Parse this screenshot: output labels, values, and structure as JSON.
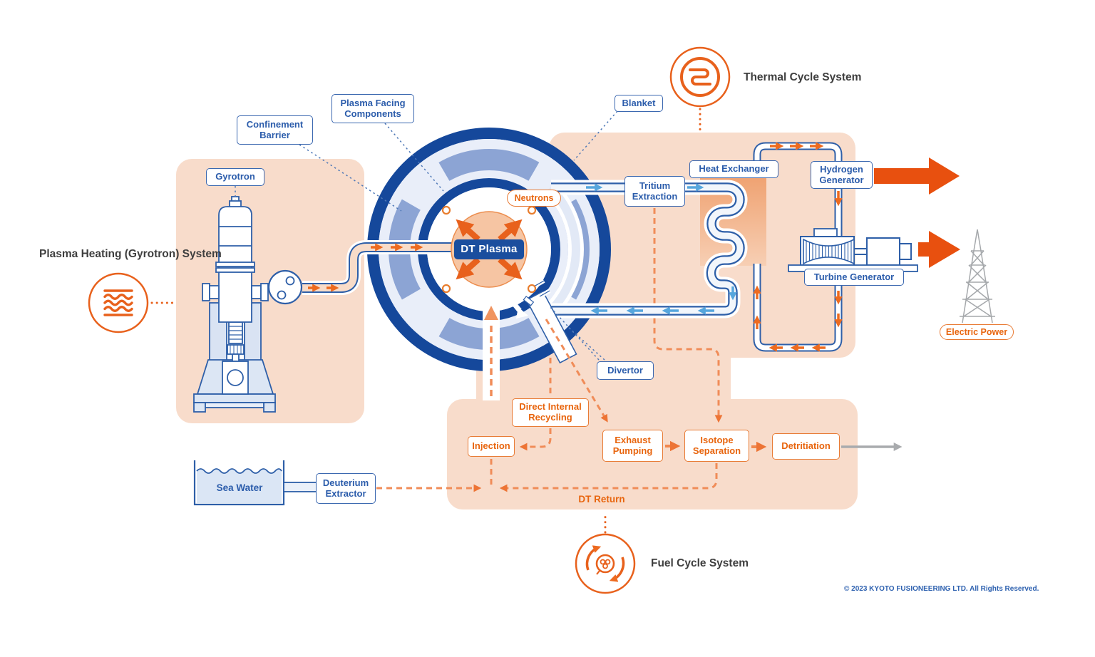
{
  "systems": {
    "plasma_heating": {
      "label": "Plasma Heating (Gyrotron) System",
      "icon": "microwave-heating-icon"
    },
    "thermal_cycle": {
      "label": "Thermal Cycle System",
      "icon": "heat-coil-icon"
    },
    "fuel_cycle": {
      "label": "Fuel Cycle System",
      "icon": "recycle-atom-icon"
    }
  },
  "labels": {
    "gyrotron": "Gyrotron",
    "confinement_barrier": "Confinement Barrier",
    "plasma_facing_components": "Plasma Facing Components",
    "blanket": "Blanket",
    "neutrons": "Neutrons",
    "dt_plasma": "DT Plasma",
    "tritium_extraction": "Tritium Extraction",
    "heat_exchanger": "Heat Exchanger",
    "hydrogen_generator": "Hydrogen Generator",
    "turbine_generator": "Turbine Generator",
    "electric_power": "Electric Power",
    "divertor": "Divertor",
    "direct_internal_recycling": "Direct Internal Recycling",
    "injection": "Injection",
    "exhaust_pumping": "Exhaust Pumping",
    "isotope_separation": "Isotope Separation",
    "detritiation": "Detritiation",
    "dt_return": "DT Return",
    "sea_water": "Sea Water",
    "deuterium_extractor": "Deuterium Extractor"
  },
  "footer": {
    "copyright": "© 2023 KYOTO FUSIONEERING LTD.  All Rights Reserved."
  },
  "colors": {
    "primary_blue": "#15489B",
    "label_blue": "#2B5CAB",
    "accent_orange": "#E8611C",
    "dash_orange": "#F08C58",
    "flow_blue": "#56A6DD",
    "peach_background": "#F8DCCB",
    "plasma_fill": "#F6C5A3",
    "segment_blue": "#8CA4D4",
    "gray": "#A9ABAE"
  }
}
